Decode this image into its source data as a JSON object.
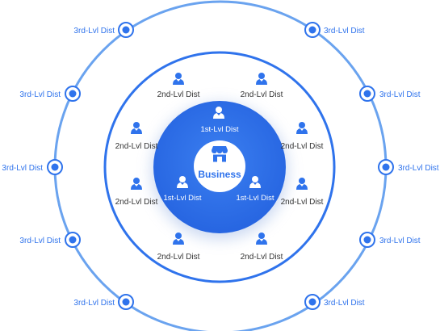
{
  "center": {
    "label": "Business",
    "icon": "store-icon"
  },
  "colors": {
    "primary": "#2f73ec",
    "outer_ring": "#6aa3ef",
    "dark_text": "#333333",
    "label_blue": "#2f73ec",
    "person_icon": "#2f73ec"
  },
  "tier1": {
    "label": "1st-Lvl Dist",
    "nodes": [
      {
        "label": "1st-Lvl Dist",
        "icon": "person-icon"
      },
      {
        "label": "1st-Lvl Dist",
        "icon": "person-icon"
      },
      {
        "label": "1st-Lvl Dist",
        "icon": "person-icon"
      }
    ]
  },
  "tier2": {
    "nodes": [
      {
        "label": "2nd-Lvl Dist",
        "icon": "person-icon"
      },
      {
        "label": "2nd-Lvl Dist",
        "icon": "person-icon"
      },
      {
        "label": "2nd-Lvl Dist",
        "icon": "person-icon"
      },
      {
        "label": "2nd-Lvl Dist",
        "icon": "person-icon"
      },
      {
        "label": "2nd-Lvl Dist",
        "icon": "person-icon"
      },
      {
        "label": "2nd-Lvl Dist",
        "icon": "person-icon"
      },
      {
        "label": "2nd-Lvl Dist",
        "icon": "person-icon"
      },
      {
        "label": "2nd-Lvl Dist",
        "icon": "person-icon"
      }
    ]
  },
  "tier3": {
    "nodes": [
      {
        "label": "3rd-Lvl Dist",
        "icon": "node-dot-icon"
      },
      {
        "label": "3rd-Lvl Dist",
        "icon": "node-dot-icon"
      },
      {
        "label": "3rd-Lvl Dist",
        "icon": "node-dot-icon"
      },
      {
        "label": "3rd-Lvl Dist",
        "icon": "node-dot-icon"
      },
      {
        "label": "3rd-Lvl Dist",
        "icon": "node-dot-icon"
      },
      {
        "label": "3rd-Lvl Dist",
        "icon": "node-dot-icon"
      },
      {
        "label": "3rd-Lvl Dist",
        "icon": "node-dot-icon"
      },
      {
        "label": "3rd-Lvl Dist",
        "icon": "node-dot-icon"
      },
      {
        "label": "3rd-Lvl Dist",
        "icon": "node-dot-icon"
      },
      {
        "label": "3rd-Lvl Dist",
        "icon": "node-dot-icon"
      }
    ]
  }
}
